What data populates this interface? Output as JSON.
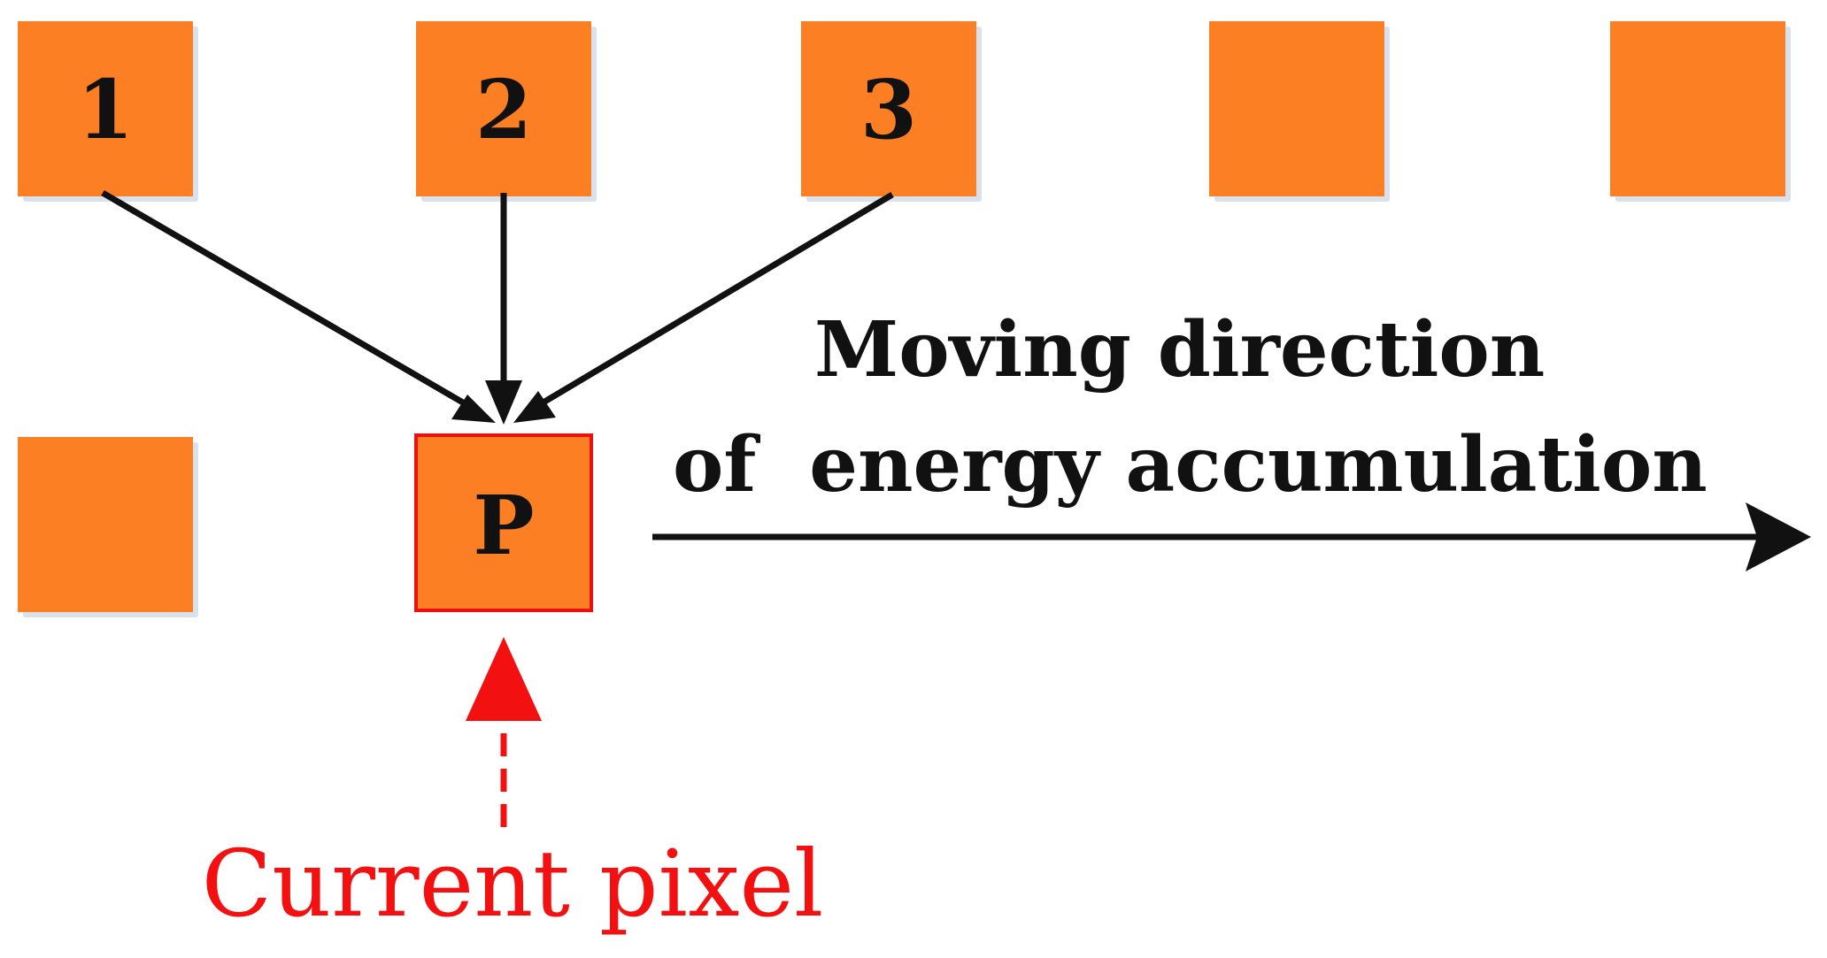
{
  "pixels": {
    "neighbor_1": "1",
    "neighbor_2": "2",
    "neighbor_3": "3",
    "current": "P"
  },
  "direction": {
    "line1": "Moving direction",
    "line2": "of  energy accumulation"
  },
  "current_pixel_label": "Current pixel",
  "colors": {
    "pixel_fill": "#fd7f24",
    "current_border": "#ee1010",
    "annotation_red": "#f21010",
    "arrow": "#111111"
  }
}
